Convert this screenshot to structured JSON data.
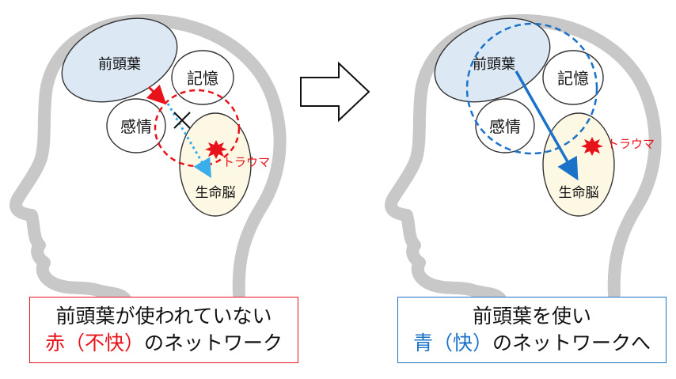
{
  "left": {
    "frontal": "前頭葉",
    "memory": "記憶",
    "emotion": "感情",
    "trauma": "トラウマ",
    "lifebrain": "生命脳",
    "caption_line1": "前頭葉が使われていない",
    "caption_line2_red": "赤（不快）",
    "caption_line2_rest": "のネットワーク"
  },
  "right": {
    "frontal": "前頭葉",
    "memory": "記憶",
    "emotion": "感情",
    "trauma": "トラウマ",
    "lifebrain": "生命脳",
    "caption_line1": "前頭葉を使い",
    "caption_line2_blue": "青（快）",
    "caption_line2_rest": "のネットワークへ"
  },
  "colors": {
    "red": "#e8131a",
    "blue": "#1a73c8",
    "light_blue": "#3aaee8",
    "frontal_fill": "#dde8f5",
    "lifebrain_fill": "#fdf8e4",
    "head_outline": "#c8c8c8"
  }
}
